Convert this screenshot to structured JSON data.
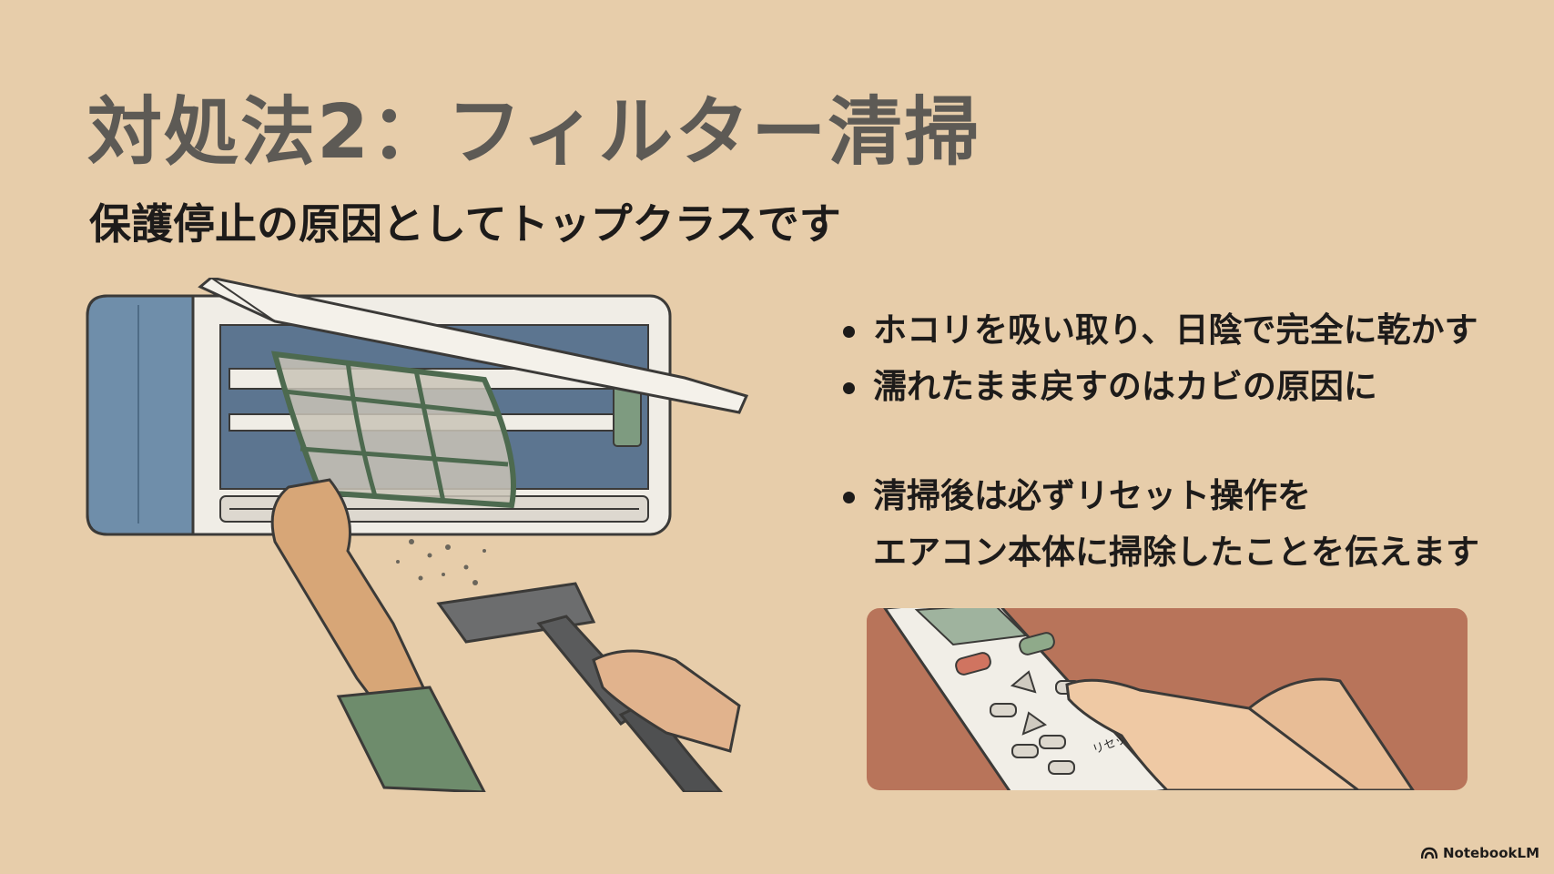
{
  "slide": {
    "title": "対処法2：フィルター清掃",
    "subtitle": "保護停止の原因としてトップクラスです"
  },
  "bullets": [
    "ホコリを吸い取り、日陰で完全に乾かす",
    "濡れたまま戻すのはカビの原因に",
    "清掃後は必ずリセット操作を"
  ],
  "bullet_continuation": "エアコン本体に掃除したことを伝えます",
  "illustrations": {
    "aircon": "air-conditioner-filter-cleaning",
    "remote": "remote-reset-button",
    "remote_button_label": "リセット"
  },
  "branding": {
    "label": "NotebookLM"
  },
  "colors": {
    "background": "#E7CDAA",
    "title": "#5d5a55",
    "text": "#1d1b1a",
    "remote_panel": "#B8745A"
  }
}
